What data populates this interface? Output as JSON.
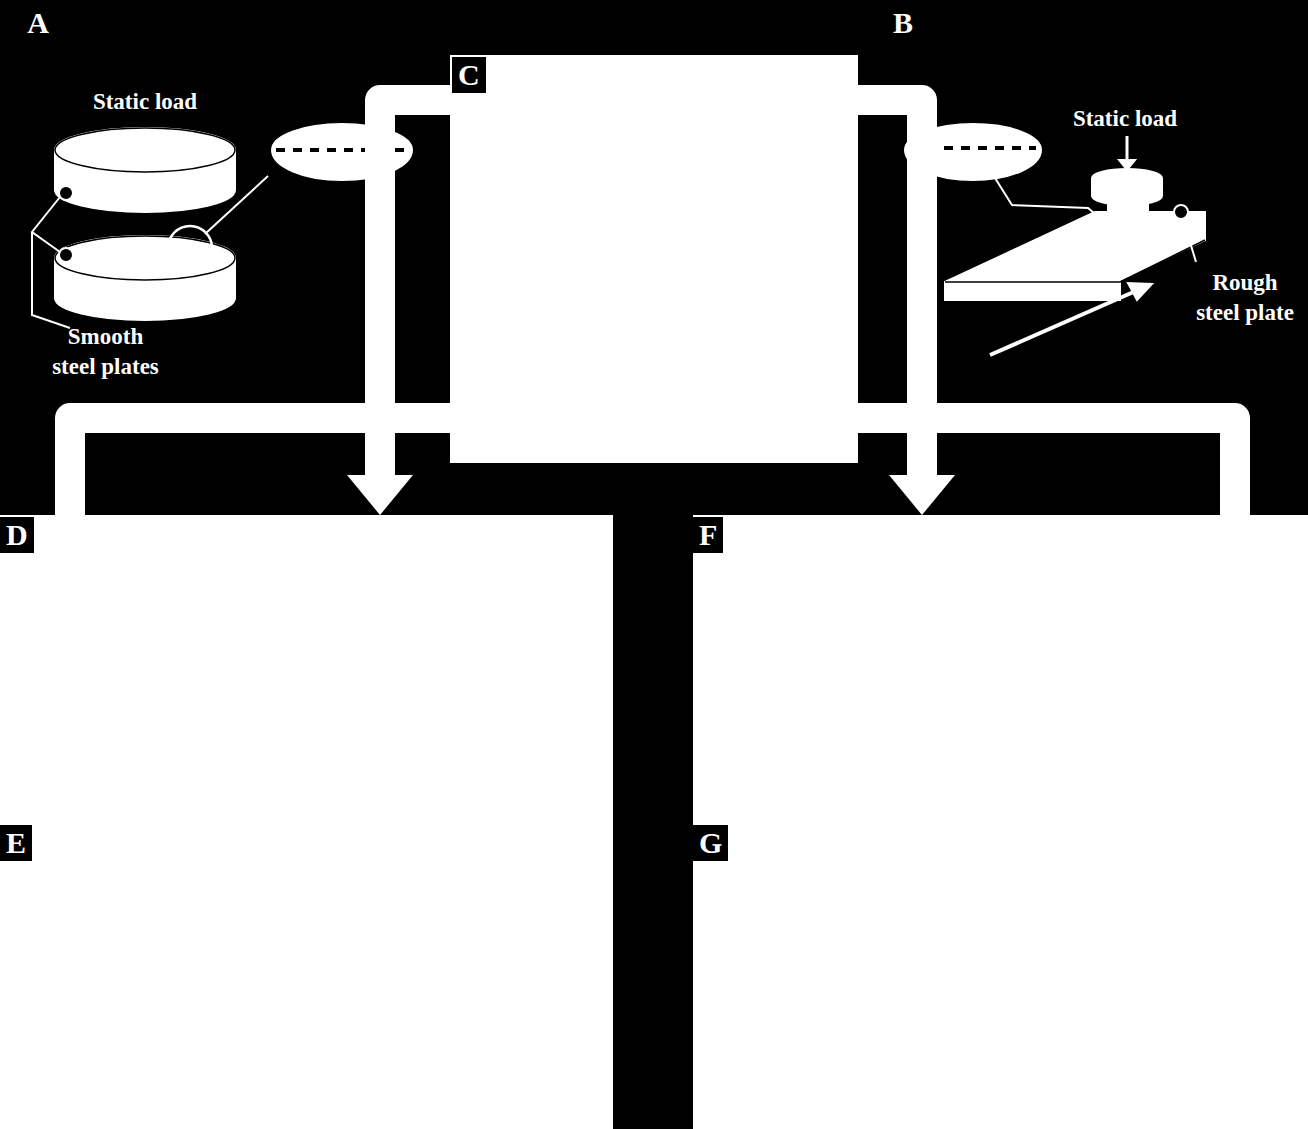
{
  "diagram": {
    "nodes": [
      {
        "text": [
          "C"
        ]
      },
      {
        "text": [
          "D"
        ]
      },
      {
        "text": [
          "E"
        ]
      },
      {
        "text": [
          "F"
        ]
      },
      {
        "text": [
          "G"
        ]
      }
    ],
    "edges": [
      {
        "from": 0,
        "to": 1,
        "arrow": "to"
      },
      {
        "from": 0,
        "to": 3,
        "arrow": "to"
      }
    ],
    "labels": [
      "A",
      "B",
      "Static load",
      "Smooth steel plates",
      "Static load",
      "Rough steel plate"
    ]
  }
}
